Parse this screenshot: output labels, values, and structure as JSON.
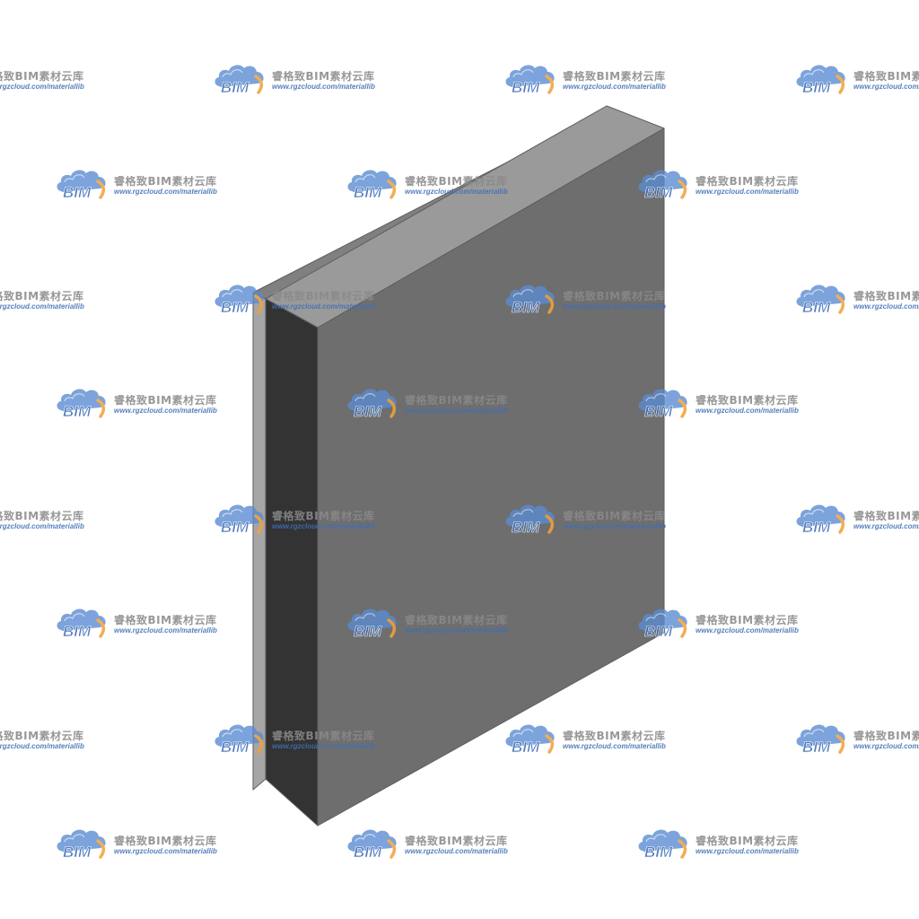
{
  "watermark": {
    "logo_text": "BIM",
    "title": "睿格致BIM素材云库",
    "url": "www.rgzcloud.com/materiallib",
    "logo_icon": "cloud-logo-icon"
  },
  "colors": {
    "background": "#ffffff",
    "logo_blue": "#5a8bd0",
    "logo_text_blue": "#3b6cb8",
    "logo_orange": "#f2a23a",
    "title_gray": "#8a8a8a",
    "url_blue": "#3f6fb5",
    "box_front": "#6e6e6e",
    "box_top": "#9a9a9a",
    "box_side": "#333333",
    "flange": "#a6a6a6",
    "flange_edge": "#808080"
  }
}
